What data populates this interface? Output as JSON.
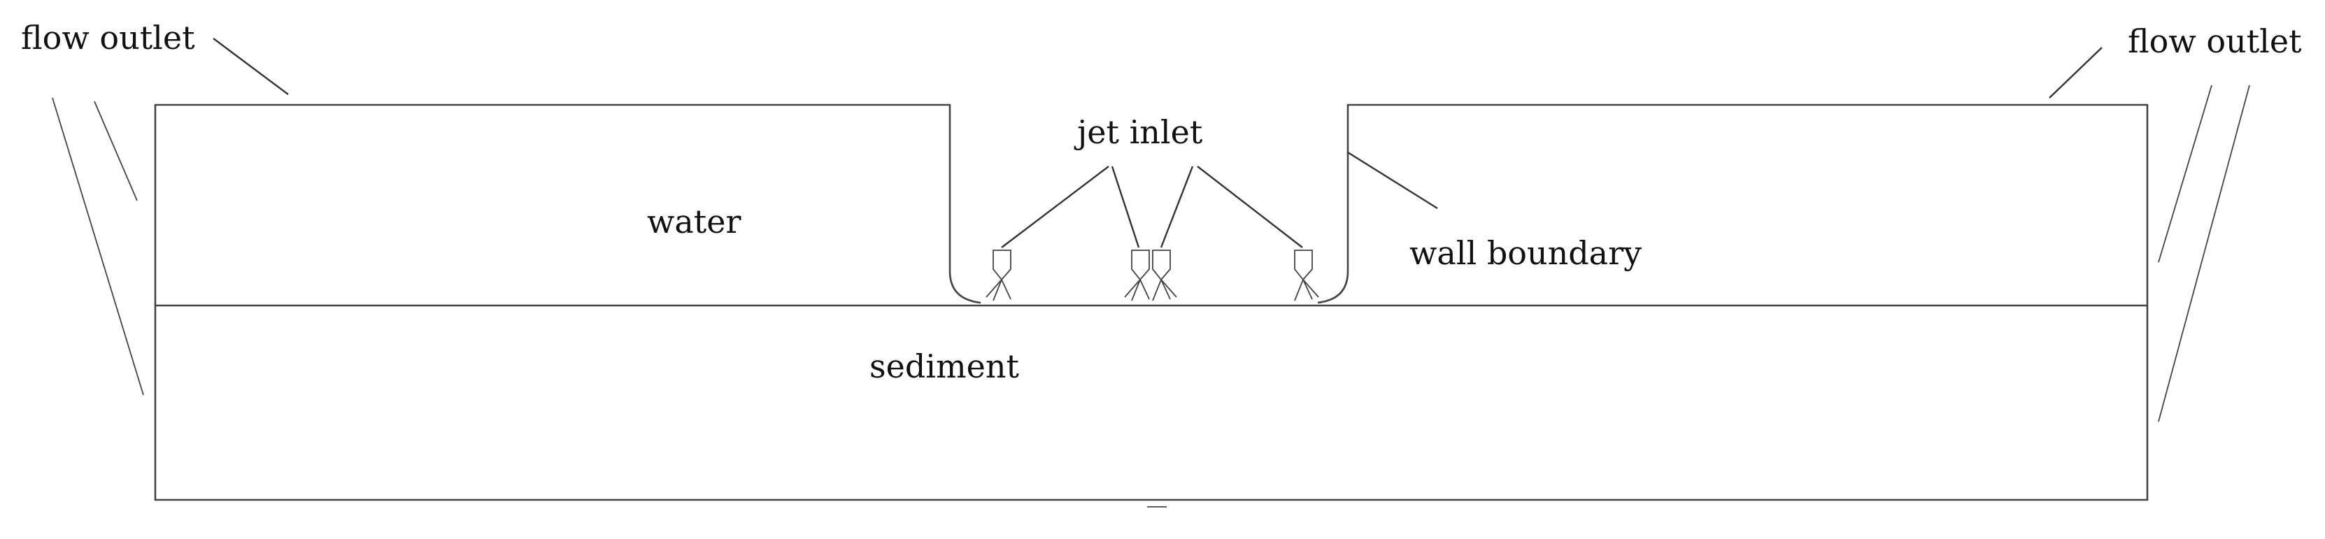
{
  "labels": {
    "flow_outlet_left": "flow outlet",
    "flow_outlet_right": "flow outlet",
    "jet_inlet": "jet inlet",
    "water": "water",
    "sediment": "sediment",
    "wall_boundary": "wall boundary"
  },
  "colors": {
    "line": "#333333",
    "text": "#111111",
    "background": "#ffffff"
  }
}
